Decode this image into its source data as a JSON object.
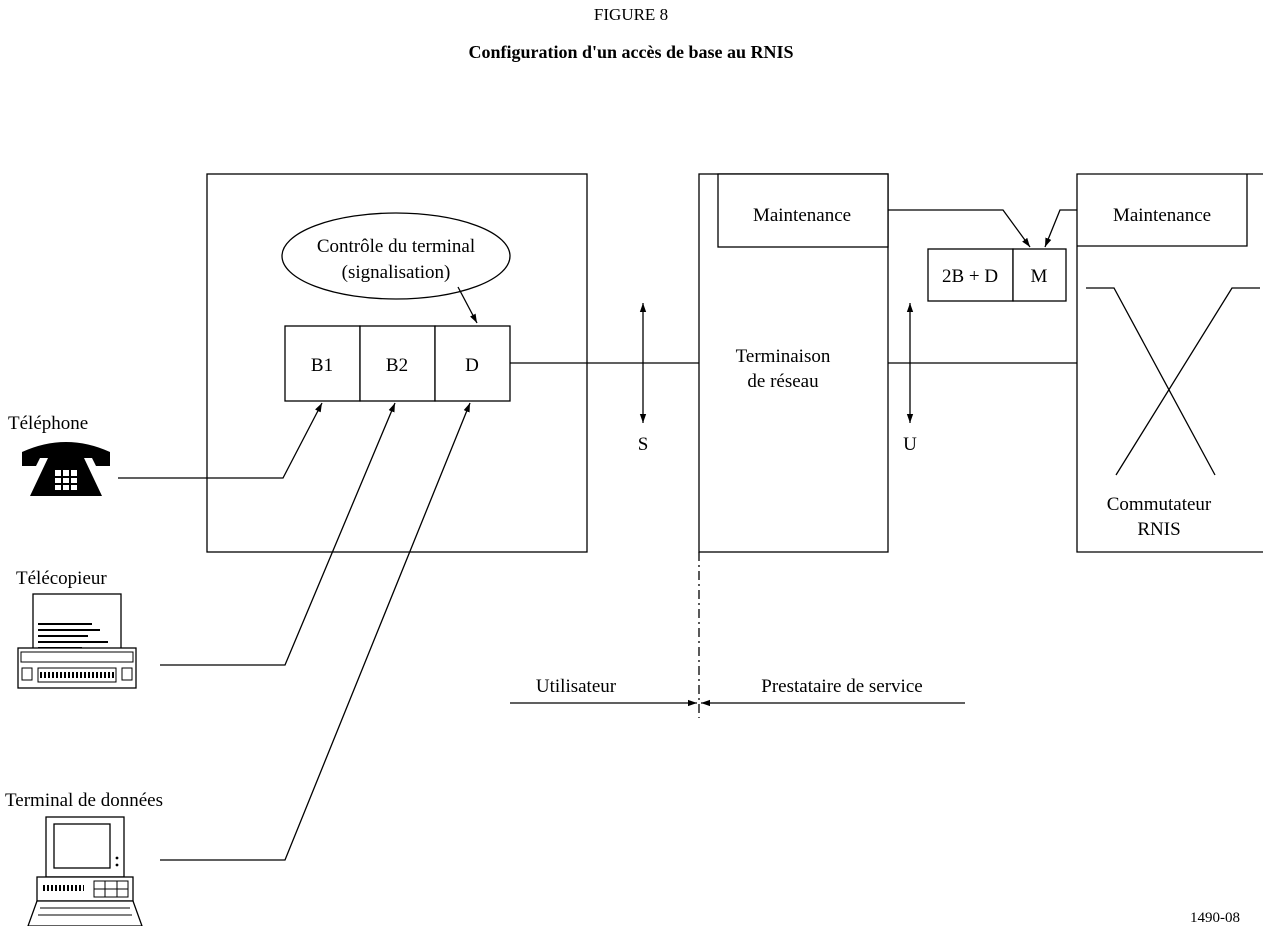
{
  "figure": {
    "number": "FIGURE 8",
    "title": "Configuration d'un accès de base au RNIS",
    "ref": "1490-08"
  },
  "terminal_equipment": {
    "control_line1": "Contrôle du terminal",
    "control_line2": "(signalisation)",
    "channels": [
      "B1",
      "B2",
      "D"
    ]
  },
  "network_termination": {
    "maintenance": "Maintenance",
    "label_line1": "Terminaison",
    "label_line2": "de réseau"
  },
  "switch": {
    "maintenance": "Maintenance",
    "label_line1": "Commutateur",
    "label_line2": "RNIS"
  },
  "frame": {
    "channels": "2B + D",
    "maintenance": "M"
  },
  "reference_points": {
    "s": "S",
    "u": "U"
  },
  "devices": {
    "telephone": "Téléphone",
    "fax": "Télécopieur",
    "data_terminal": "Terminal de données"
  },
  "boundary": {
    "user": "Utilisateur",
    "provider": "Prestataire de service"
  }
}
